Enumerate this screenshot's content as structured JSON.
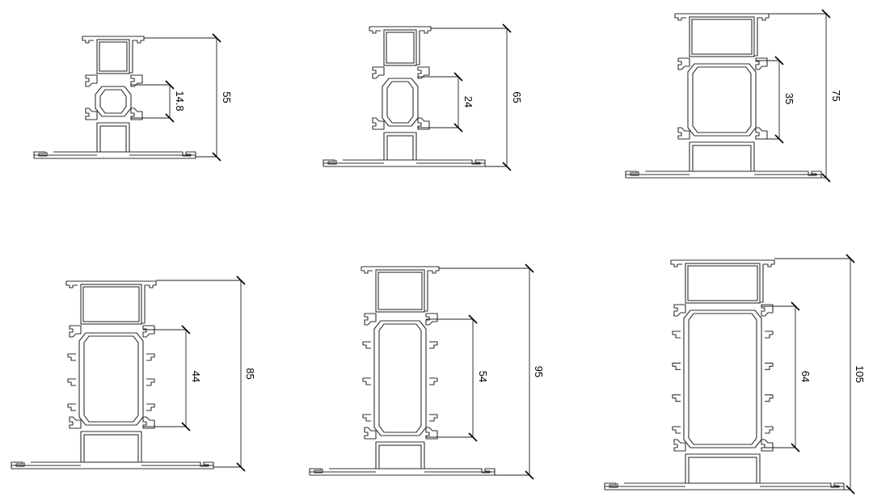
{
  "profiles": [
    {
      "id": "profile-55",
      "outer_dim": "55",
      "inner_dim": "14.8"
    },
    {
      "id": "profile-65",
      "outer_dim": "65",
      "inner_dim": "24"
    },
    {
      "id": "profile-75",
      "outer_dim": "75",
      "inner_dim": "35"
    },
    {
      "id": "profile-85",
      "outer_dim": "85",
      "inner_dim": "44"
    },
    {
      "id": "profile-95",
      "outer_dim": "95",
      "inner_dim": "54"
    },
    {
      "id": "profile-105",
      "outer_dim": "105",
      "inner_dim": "64"
    }
  ],
  "colors": {
    "line": "#303030",
    "background": "#ffffff"
  }
}
